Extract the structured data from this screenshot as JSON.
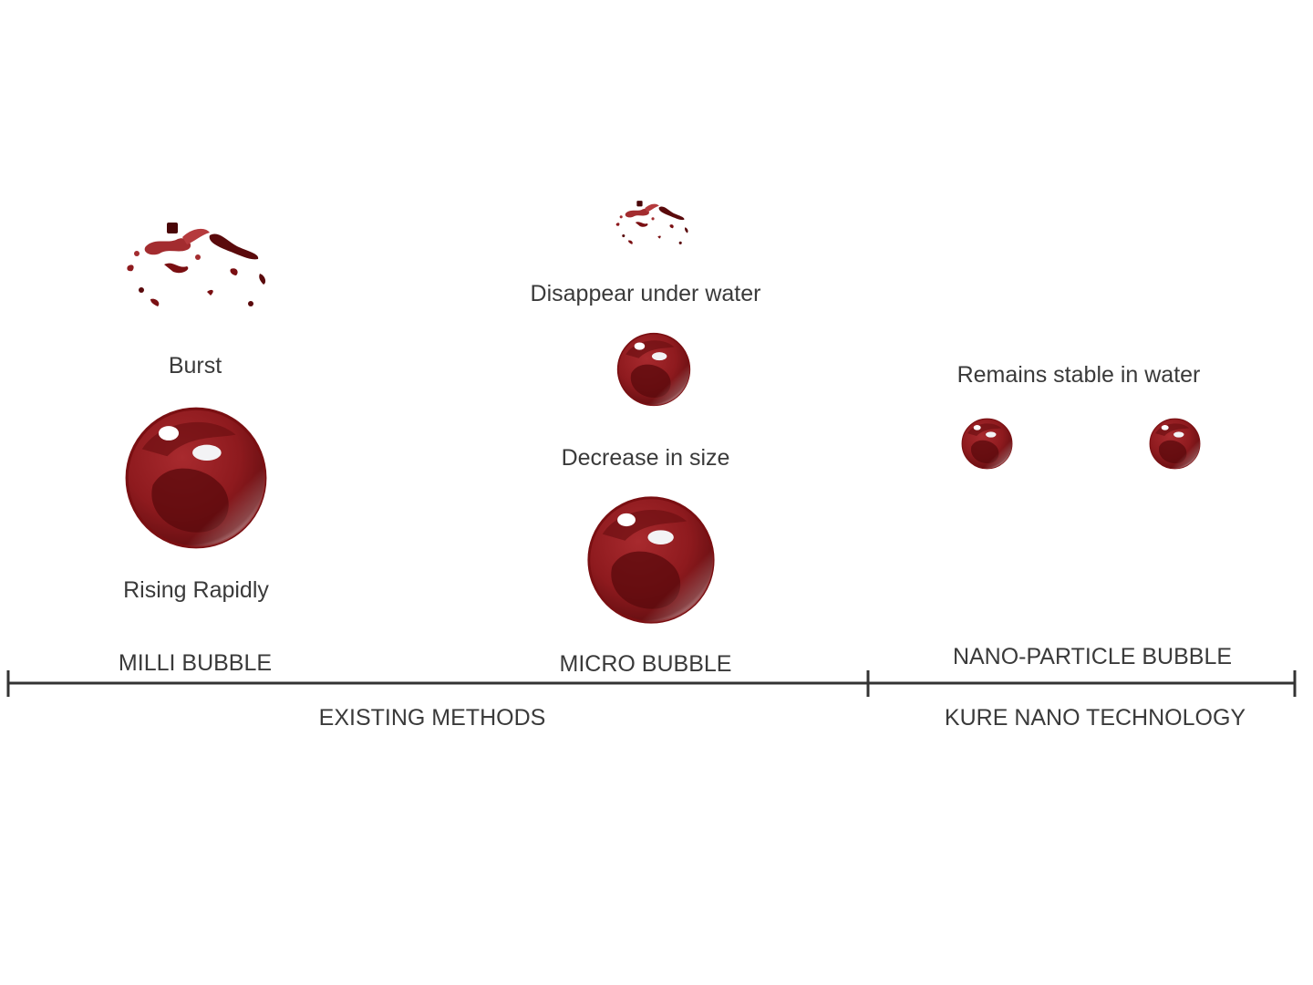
{
  "columns": {
    "milli": {
      "stage_top": "Burst",
      "stage_bottom": "Rising Rapidly",
      "name": "MILLI BUBBLE"
    },
    "micro": {
      "stage_top": "Disappear under water",
      "stage_middle": "Decrease in size",
      "name": "MICRO BUBBLE"
    },
    "nano": {
      "stage_top": "Remains stable in water",
      "name": "NANO-PARTICLE BUBBLE"
    }
  },
  "scale": {
    "left_group": "EXISTING METHODS",
    "right_group": "KURE NANO TECHNOLOGY"
  },
  "colors": {
    "bubble_dark": "#5a0a0c",
    "bubble_mid": "#9b1c20",
    "bubble_light": "#d9a5a6",
    "text": "#3a3a3a",
    "line": "#333333"
  }
}
